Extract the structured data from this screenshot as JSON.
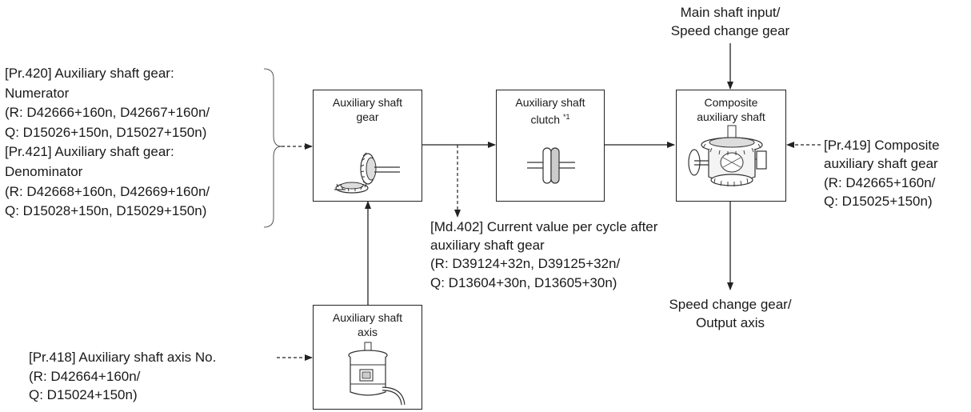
{
  "top_input": {
    "line1": "Main shaft input/",
    "line2": "Speed change gear"
  },
  "gear_params": {
    "lines": [
      "[Pr.420] Auxiliary shaft gear:",
      "Numerator",
      "(R: D42666+160n, D42667+160n/",
      "Q: D15026+150n, D15027+150n)",
      "[Pr.421] Auxiliary shaft gear:",
      "Denominator",
      "(R: D42668+160n, D42669+160n/",
      "Q: D15028+150n, D15029+150n)"
    ]
  },
  "boxes": {
    "gear": {
      "line1": "Auxiliary shaft",
      "line2": "gear"
    },
    "clutch": {
      "line1": "Auxiliary shaft",
      "line2": "clutch",
      "footnote": "*1"
    },
    "composite": {
      "line1": "Composite",
      "line2": "auxiliary shaft"
    },
    "axis": {
      "line1": "Auxiliary shaft",
      "line2": "axis"
    }
  },
  "current_value": {
    "lines": [
      "[Md.402] Current value per cycle after",
      "auxiliary shaft gear",
      "(R: D39124+32n, D39125+32n/",
      "Q: D13604+30n, D13605+30n)"
    ]
  },
  "composite_gear_param": {
    "lines": [
      "[Pr.419] Composite",
      "auxiliary shaft gear",
      "(R: D42665+160n/",
      "Q: D15025+150n)"
    ]
  },
  "output": {
    "line1": "Speed change gear/",
    "line2": "Output axis"
  },
  "axis_param": {
    "lines": [
      "[Pr.418] Auxiliary shaft axis No.",
      "(R: D42664+160n/",
      "Q: D15024+150n)"
    ]
  }
}
